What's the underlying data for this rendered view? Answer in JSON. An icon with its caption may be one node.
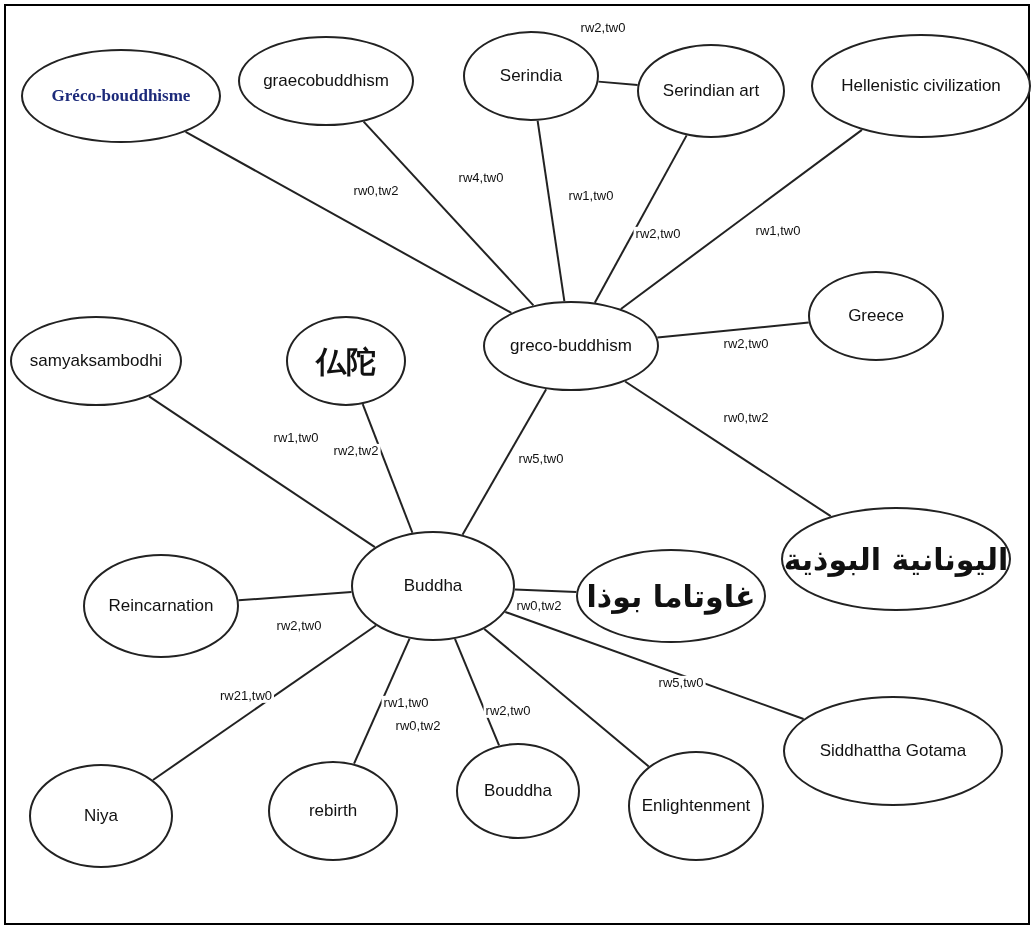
{
  "diagram": {
    "nodes": [
      {
        "text": [
          "Gréco-bouddhisme"
        ]
      },
      {
        "text": [
          "graecobuddhism"
        ]
      },
      {
        "text": [
          "Serindia"
        ]
      },
      {
        "text": [
          "Serindian art"
        ]
      },
      {
        "text": [
          "Hellenistic civilization"
        ]
      },
      {
        "text": [
          "greco-buddhism"
        ]
      },
      {
        "text": [
          "Greece"
        ]
      },
      {
        "text": [
          "samyaksambodhi"
        ]
      },
      {
        "text": [
          "仏陀"
        ]
      },
      {
        "text": [
          "اليونانية البوذية"
        ]
      },
      {
        "text": [
          "Buddha"
        ]
      },
      {
        "text": [
          "غاوتاما بوذا"
        ]
      },
      {
        "text": [
          "Reincarnation"
        ]
      },
      {
        "text": [
          "Niya"
        ]
      },
      {
        "text": [
          "rebirth"
        ]
      },
      {
        "text": [
          "Bouddha"
        ]
      },
      {
        "text": [
          "Enlightenment"
        ]
      },
      {
        "text": [
          "Siddhattha Gotama"
        ]
      }
    ],
    "edges": [
      {
        "from": 0,
        "to": 5,
        "arrow": "none",
        "label": "rw0,tw2"
      },
      {
        "from": 1,
        "to": 5,
        "arrow": "none",
        "label": "rw4,tw0"
      },
      {
        "from": 2,
        "to": 5,
        "arrow": "none",
        "label": "rw1,tw0"
      },
      {
        "from": 3,
        "to": 5,
        "arrow": "none",
        "label": "rw2,tw0"
      },
      {
        "from": 4,
        "to": 5,
        "arrow": "none",
        "label": "rw1,tw0"
      },
      {
        "from": 2,
        "to": 3,
        "arrow": "none",
        "label": "rw2,tw0"
      },
      {
        "from": 5,
        "to": 6,
        "arrow": "none",
        "label": "rw2,tw0"
      },
      {
        "from": 5,
        "to": 9,
        "arrow": "none",
        "label": "rw0,tw2"
      },
      {
        "from": 5,
        "to": 10,
        "arrow": "none",
        "label": "rw5,tw0"
      },
      {
        "from": 10,
        "to": 7,
        "arrow": "none",
        "label": "rw1,tw0"
      },
      {
        "from": 10,
        "to": 8,
        "arrow": "none",
        "label": "rw2,tw2"
      },
      {
        "from": 10,
        "to": 11,
        "arrow": "none",
        "label": "rw0,tw2"
      },
      {
        "from": 10,
        "to": 12,
        "arrow": "none",
        "label": "rw2,tw0"
      },
      {
        "from": 10,
        "to": 13,
        "arrow": "none",
        "label": "rw21,tw0"
      },
      {
        "from": 10,
        "to": 14,
        "arrow": "none",
        "label": "rw1,tw0"
      },
      {
        "from": 10,
        "to": 15,
        "arrow": "none",
        "label": "rw2,tw0"
      },
      {
        "from": 10,
        "to": 16,
        "arrow": "none"
      },
      {
        "from": 10,
        "to": 17,
        "arrow": "none",
        "label": "rw5,tw0"
      }
    ],
    "labels": [
      "rw0,tw2"
    ]
  }
}
